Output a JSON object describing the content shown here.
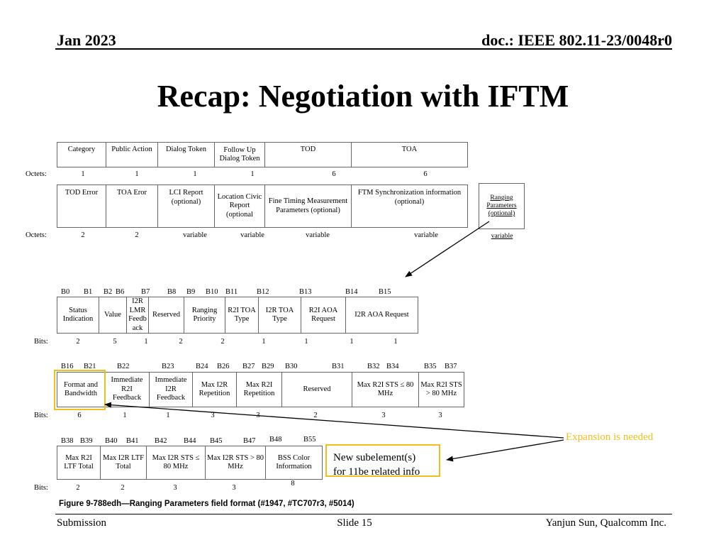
{
  "header": {
    "date": "Jan 2023",
    "doc": "doc.: IEEE 802.11-23/0048r0"
  },
  "title": "Recap: Negotiation with IFTM",
  "iftm": {
    "row1_fields": [
      "Category",
      "Public Action",
      "Dialog Token",
      "Follow Up Dialog Token",
      "TOD",
      "TOA"
    ],
    "octets_label": "Octets:",
    "row1_octets": [
      "1",
      "1",
      "1",
      "1",
      "6",
      "6"
    ],
    "row2_fields": [
      "TOD Error",
      "TOA Eror",
      "LCI Report (optional)",
      "Location Civic Report (optional",
      "Fine Timing Measurement Parameters (optional)",
      "FTM Synchronization information (optional)"
    ],
    "row2_octets": [
      "2",
      "2",
      "variable",
      "variable",
      "variable",
      "variable"
    ],
    "ranging_field": "Ranging Parameters (optional)",
    "ranging_octets": "variable"
  },
  "rp_row1": {
    "bit_positions": [
      "B0",
      "B1",
      "B2",
      "B6",
      "B7",
      "B8",
      "B9",
      "B10",
      "B11",
      "B12",
      "B13",
      "B14",
      "B15"
    ],
    "fields": [
      "Status Indication",
      "Value",
      "I2R LMR Feedb ack",
      "Reserved",
      "Ranging Priority",
      "R2I TOA Type",
      "I2R TOA Type",
      "R2I AOA Request",
      "I2R AOA Request"
    ],
    "bits_label": "Bits:",
    "bits": [
      "2",
      "5",
      "1",
      "2",
      "2",
      "1",
      "1",
      "1",
      "1"
    ]
  },
  "rp_row2": {
    "bit_positions": [
      "B16",
      "B21",
      "B22",
      "B23",
      "B24",
      "B26",
      "B27",
      "B29",
      "B30",
      "B31",
      "B32",
      "B34",
      "B35",
      "B37"
    ],
    "fields": [
      "Format and Bandwidth",
      "Immediate R2I Feedback",
      "Immediate I2R Feedback",
      "Max I2R Repetition",
      "Max R2I Repetition",
      "Reserved",
      "Max R2I STS ≤ 80 MHz",
      "Max R2I STS > 80 MHz"
    ],
    "bits": [
      "6",
      "1",
      "1",
      "3",
      "3",
      "2",
      "3",
      "3"
    ]
  },
  "rp_row3": {
    "bit_positions": [
      "B38",
      "B39",
      "B40",
      "B41",
      "B42",
      "B44",
      "B45",
      "B47",
      "B48",
      "B55"
    ],
    "fields": [
      "Max R2I LTF Total",
      "Max I2R LTF Total",
      "Max I2R STS ≤ 80 MHz",
      "Max I2R STS > 80 MHz",
      "BSS Color Information"
    ],
    "bits": [
      "2",
      "2",
      "3",
      "3",
      "8"
    ]
  },
  "annotations": {
    "expansion": "Expansion is needed",
    "new_sub_line1": "New subelement(s)",
    "new_sub_line2": "for 11be related info"
  },
  "caption": "Figure 9-788edh—Ranging Parameters field format (#1947, #TC707r3, #5014)",
  "footer": {
    "left": "Submission",
    "center": "Slide 15",
    "right": "Yanjun Sun, Qualcomm Inc."
  },
  "colors": {
    "highlight": "#f2bf1a"
  }
}
